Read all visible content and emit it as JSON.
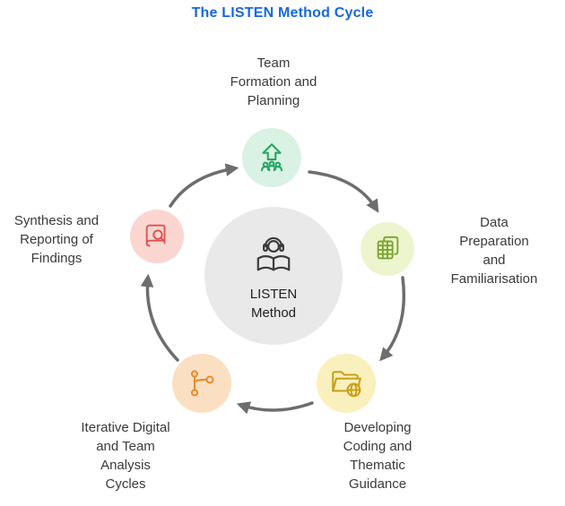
{
  "title": "The LISTEN Method Cycle",
  "center": {
    "label": "LISTEN\nMethod",
    "icon": "listen-reader-headphones-icon"
  },
  "nodes": [
    {
      "id": "team-formation",
      "label": "Team\nFormation and\nPlanning",
      "icon": "team-growth-arrow-icon",
      "bg": "#d9f2e4",
      "icon_color": "#27a567",
      "position": "top"
    },
    {
      "id": "data-preparation",
      "label": "Data Preparation\nand\nFamiliarisation",
      "icon": "spreadsheet-stack-icon",
      "bg": "#edf5cf",
      "icon_color": "#7aa52b",
      "position": "right"
    },
    {
      "id": "coding-guidance",
      "label": "Developing\nCoding and\nThematic\nGuidance",
      "icon": "folder-globe-icon",
      "bg": "#faf0bd",
      "icon_color": "#c9a21a",
      "position": "bottom-right"
    },
    {
      "id": "analysis-cycles",
      "label": "Iterative Digital\nand Team\nAnalysis\nCycles",
      "icon": "branch-network-icon",
      "bg": "#fbdfc2",
      "icon_color": "#e8892c",
      "position": "bottom-left"
    },
    {
      "id": "synthesis-reporting",
      "label": "Synthesis and\nReporting of\nFindings",
      "icon": "book-magnifier-icon",
      "bg": "#fbd6d1",
      "icon_color": "#e05151",
      "position": "left"
    }
  ],
  "colors": {
    "title": "#1667e0",
    "arrow": "#6d6d6d",
    "center_bg": "#e9e9e9",
    "center_icon": "#3c3c3c",
    "label_text": "#3a3a3a"
  },
  "arrows": [
    {
      "from": "team-formation",
      "to": "data-preparation"
    },
    {
      "from": "data-preparation",
      "to": "coding-guidance"
    },
    {
      "from": "coding-guidance",
      "to": "analysis-cycles"
    },
    {
      "from": "analysis-cycles",
      "to": "synthesis-reporting"
    },
    {
      "from": "synthesis-reporting",
      "to": "team-formation"
    }
  ]
}
